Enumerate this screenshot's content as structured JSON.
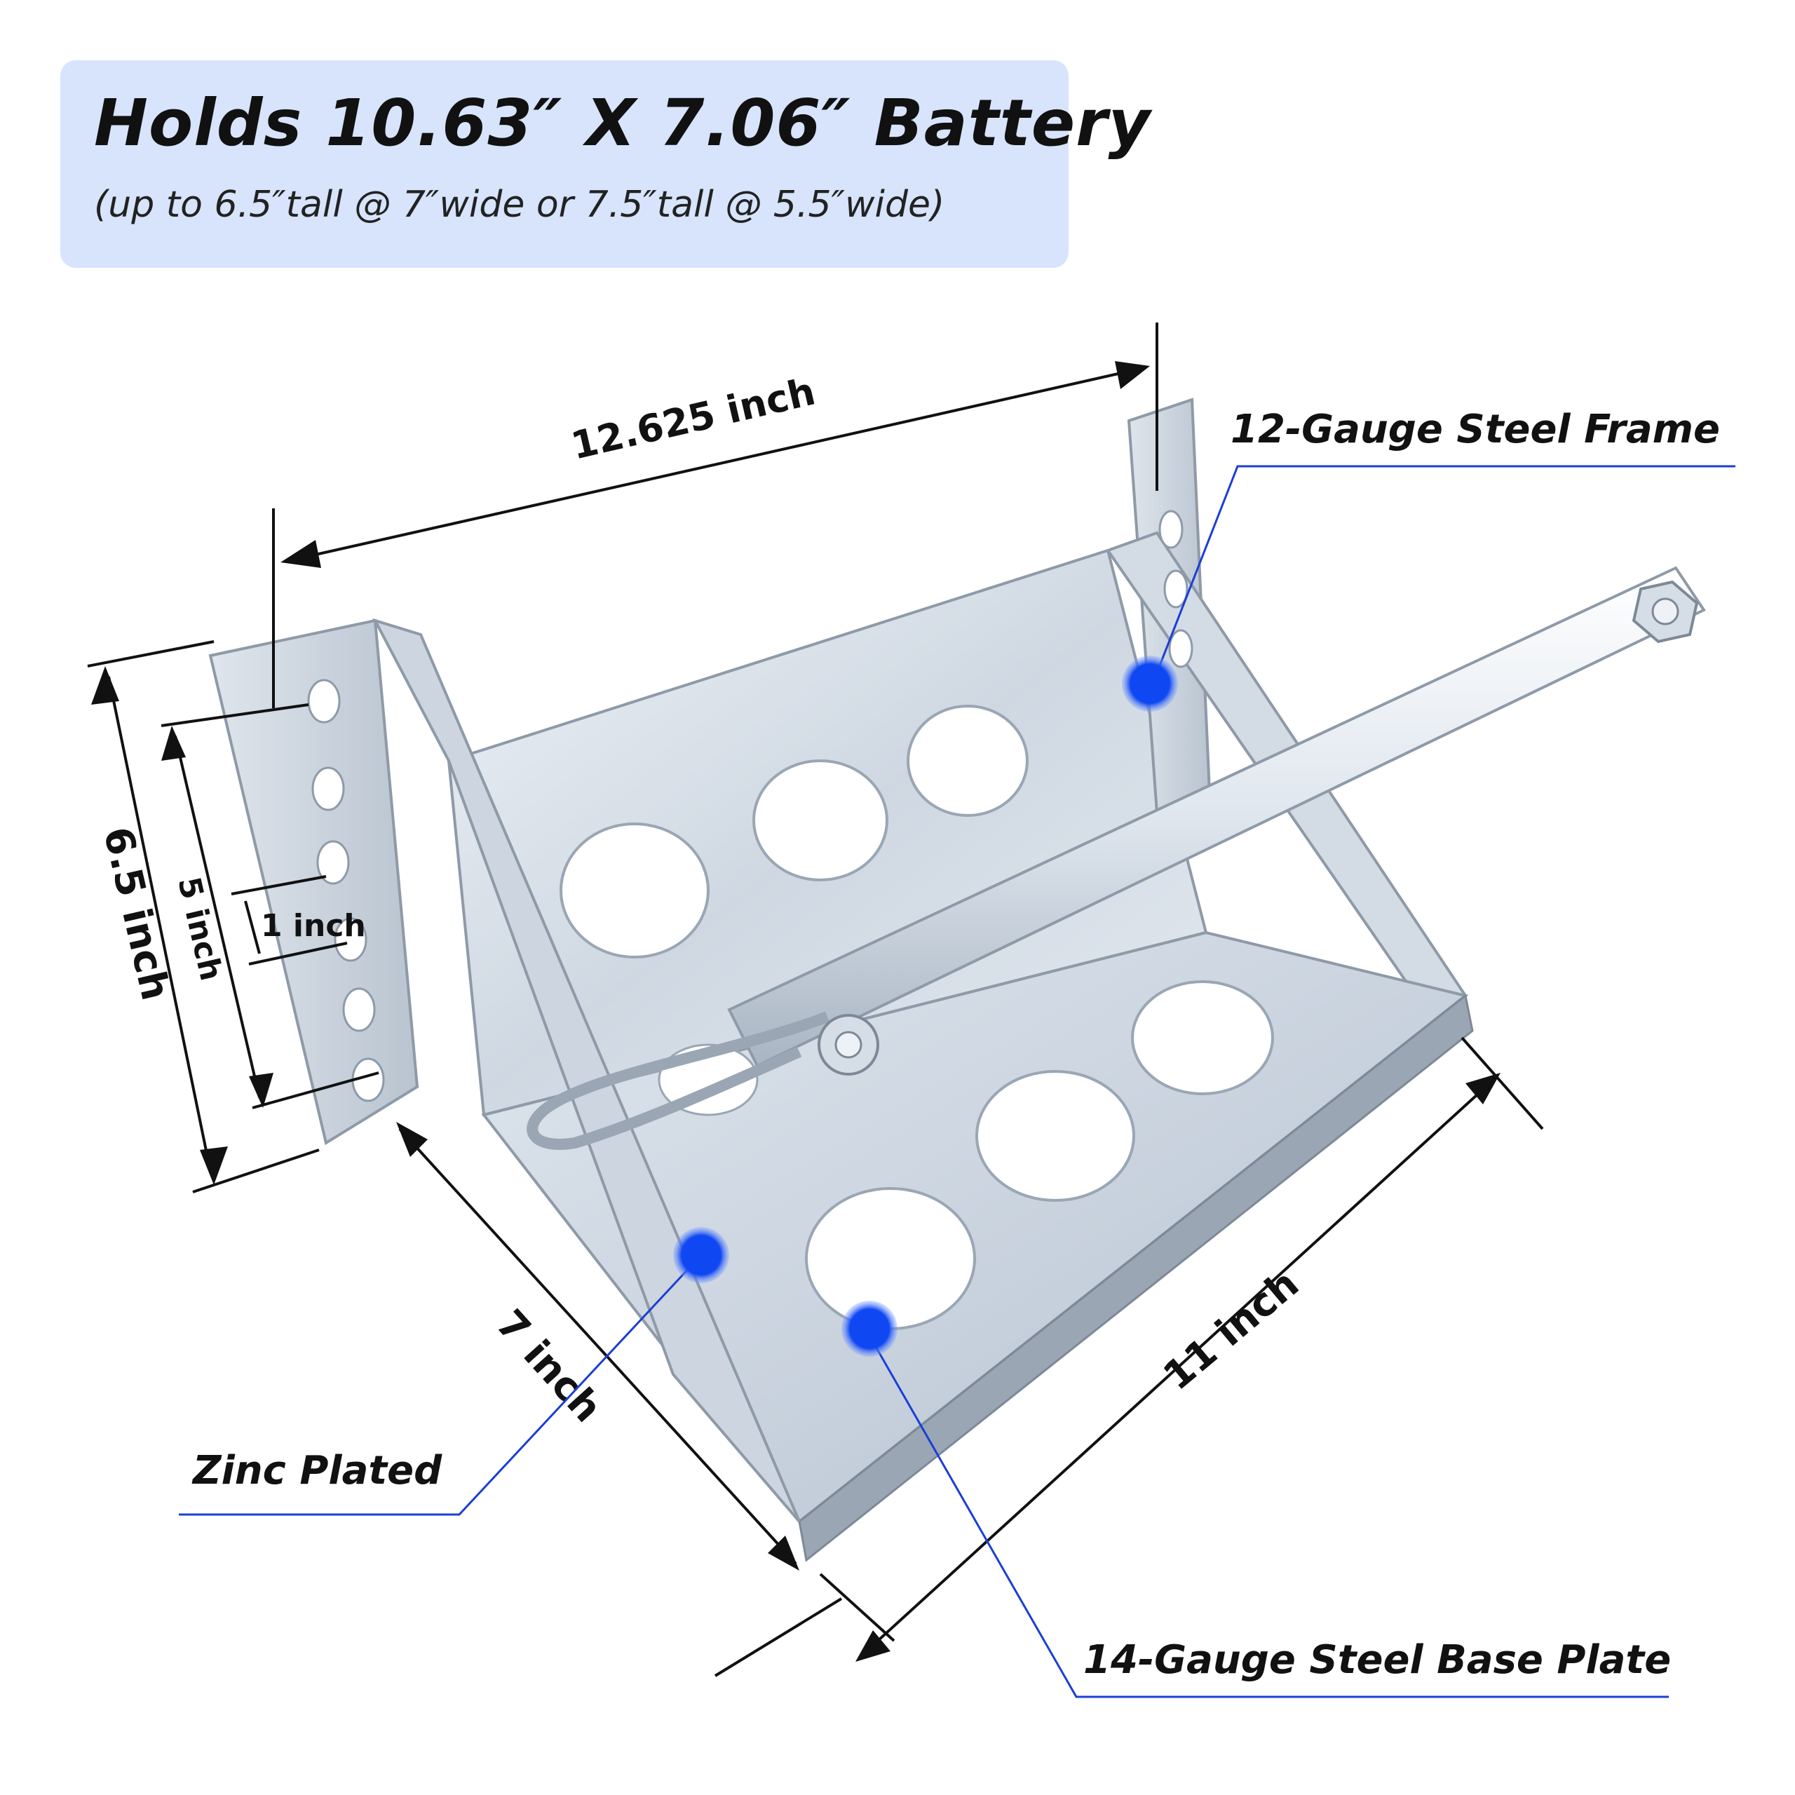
{
  "header": {
    "title": "Holds 10.63″ X 7.06″ Battery",
    "subtitle": "(up to 6.5″tall @ 7″wide or 7.5″tall @ 5.5″wide)"
  },
  "dimensions": {
    "length_top": "12.625 inch",
    "height_total": "6.5 inch",
    "slot_range": "5 inch",
    "hole_spacing": "1 inch",
    "width": "7 inch",
    "base_length": "11 inch"
  },
  "callouts": {
    "frame": "12-Gauge Steel Frame",
    "zinc": "Zinc Plated",
    "base_plate": "14-Gauge Steel Base Plate"
  },
  "colors": {
    "header_bg": "#d7e4fb",
    "callout_line": "#1a3fd6",
    "marker": "#0f47f2",
    "metal_light": "#e6ecf3",
    "metal_mid": "#c9d3de",
    "metal_dark": "#9aa6b4"
  }
}
